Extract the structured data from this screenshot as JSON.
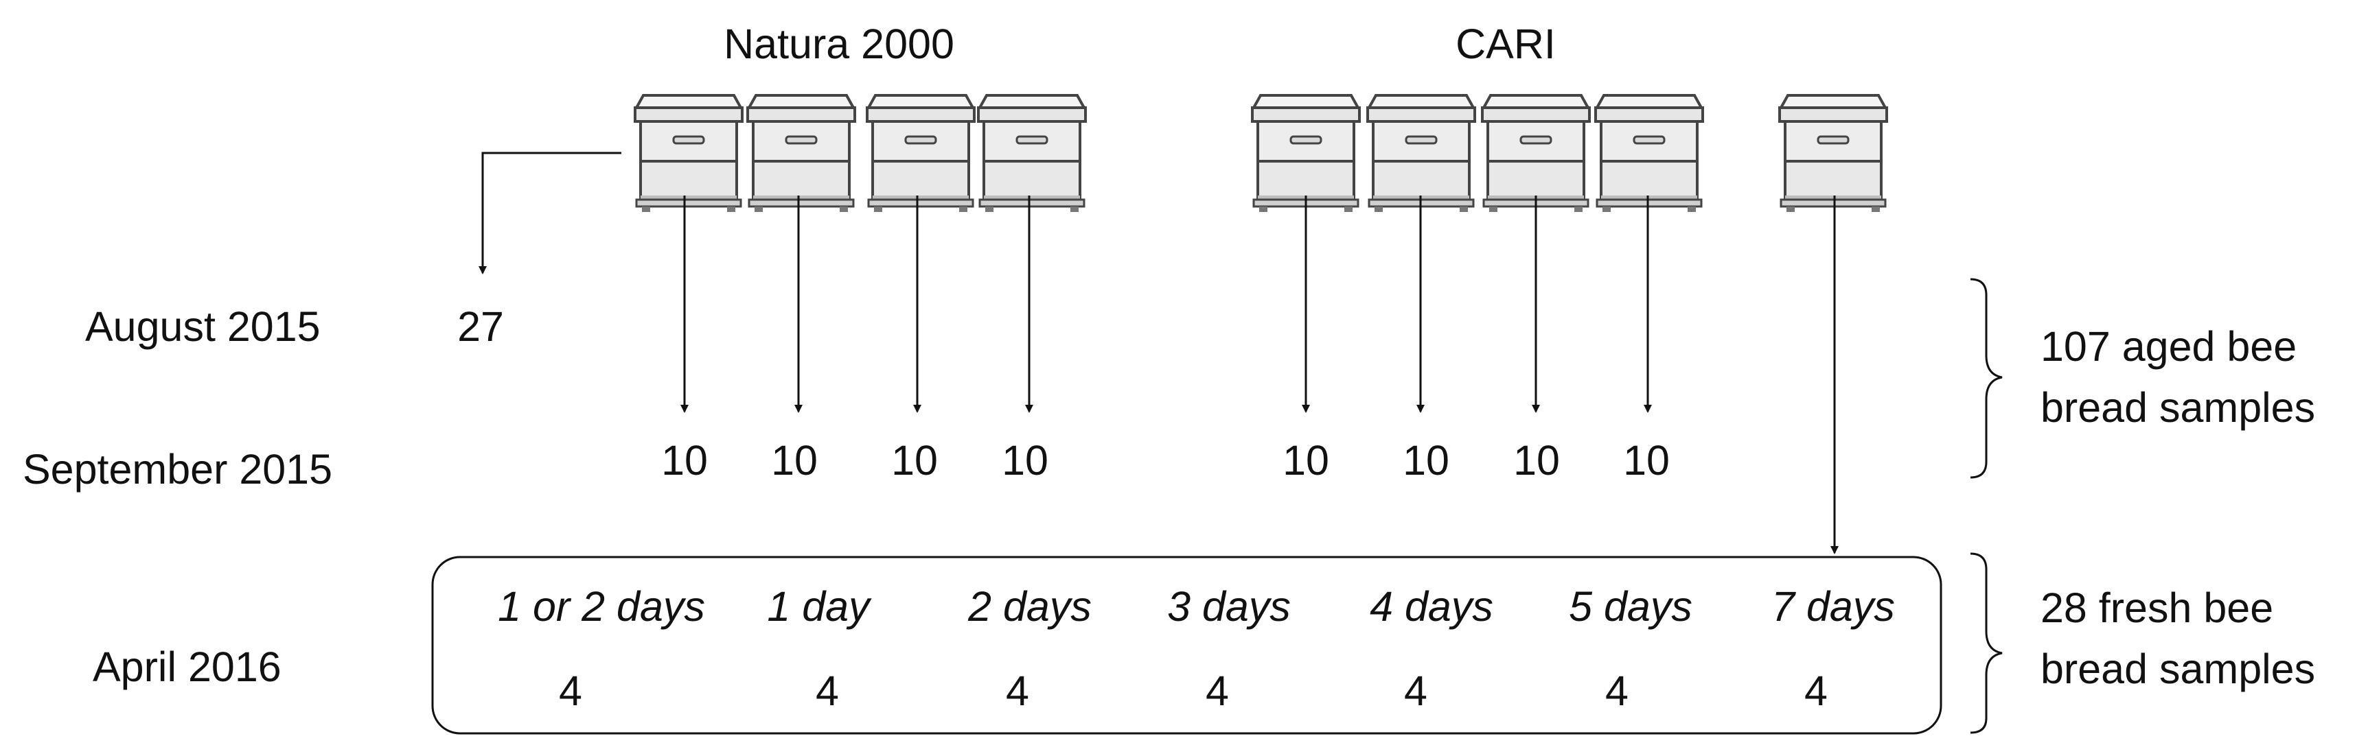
{
  "groups": {
    "natura": "Natura 2000",
    "cari": "CARI"
  },
  "dates": {
    "aug": "August 2015",
    "sep": "September 2015",
    "apr": "April 2016"
  },
  "counts": {
    "aug": "27",
    "sep": [
      "10",
      "10",
      "10",
      "10",
      "10",
      "10",
      "10",
      "10"
    ]
  },
  "fresh": {
    "durations": [
      "1 or 2 days",
      "1 day",
      "2 days",
      "3 days",
      "4 days",
      "5 days",
      "7 days"
    ],
    "counts": [
      "4",
      "4",
      "4",
      "4",
      "4",
      "4",
      "4"
    ]
  },
  "summary": {
    "aged_line1": "107 aged bee",
    "aged_line2": "bread samples",
    "fresh_line1": "28 fresh bee",
    "fresh_line2": "bread samples"
  },
  "icons": {
    "hive": "beehive-icon"
  },
  "colors": {
    "ink": "#111111",
    "hive_fill": "#ededed",
    "hive_line": "#444444"
  }
}
